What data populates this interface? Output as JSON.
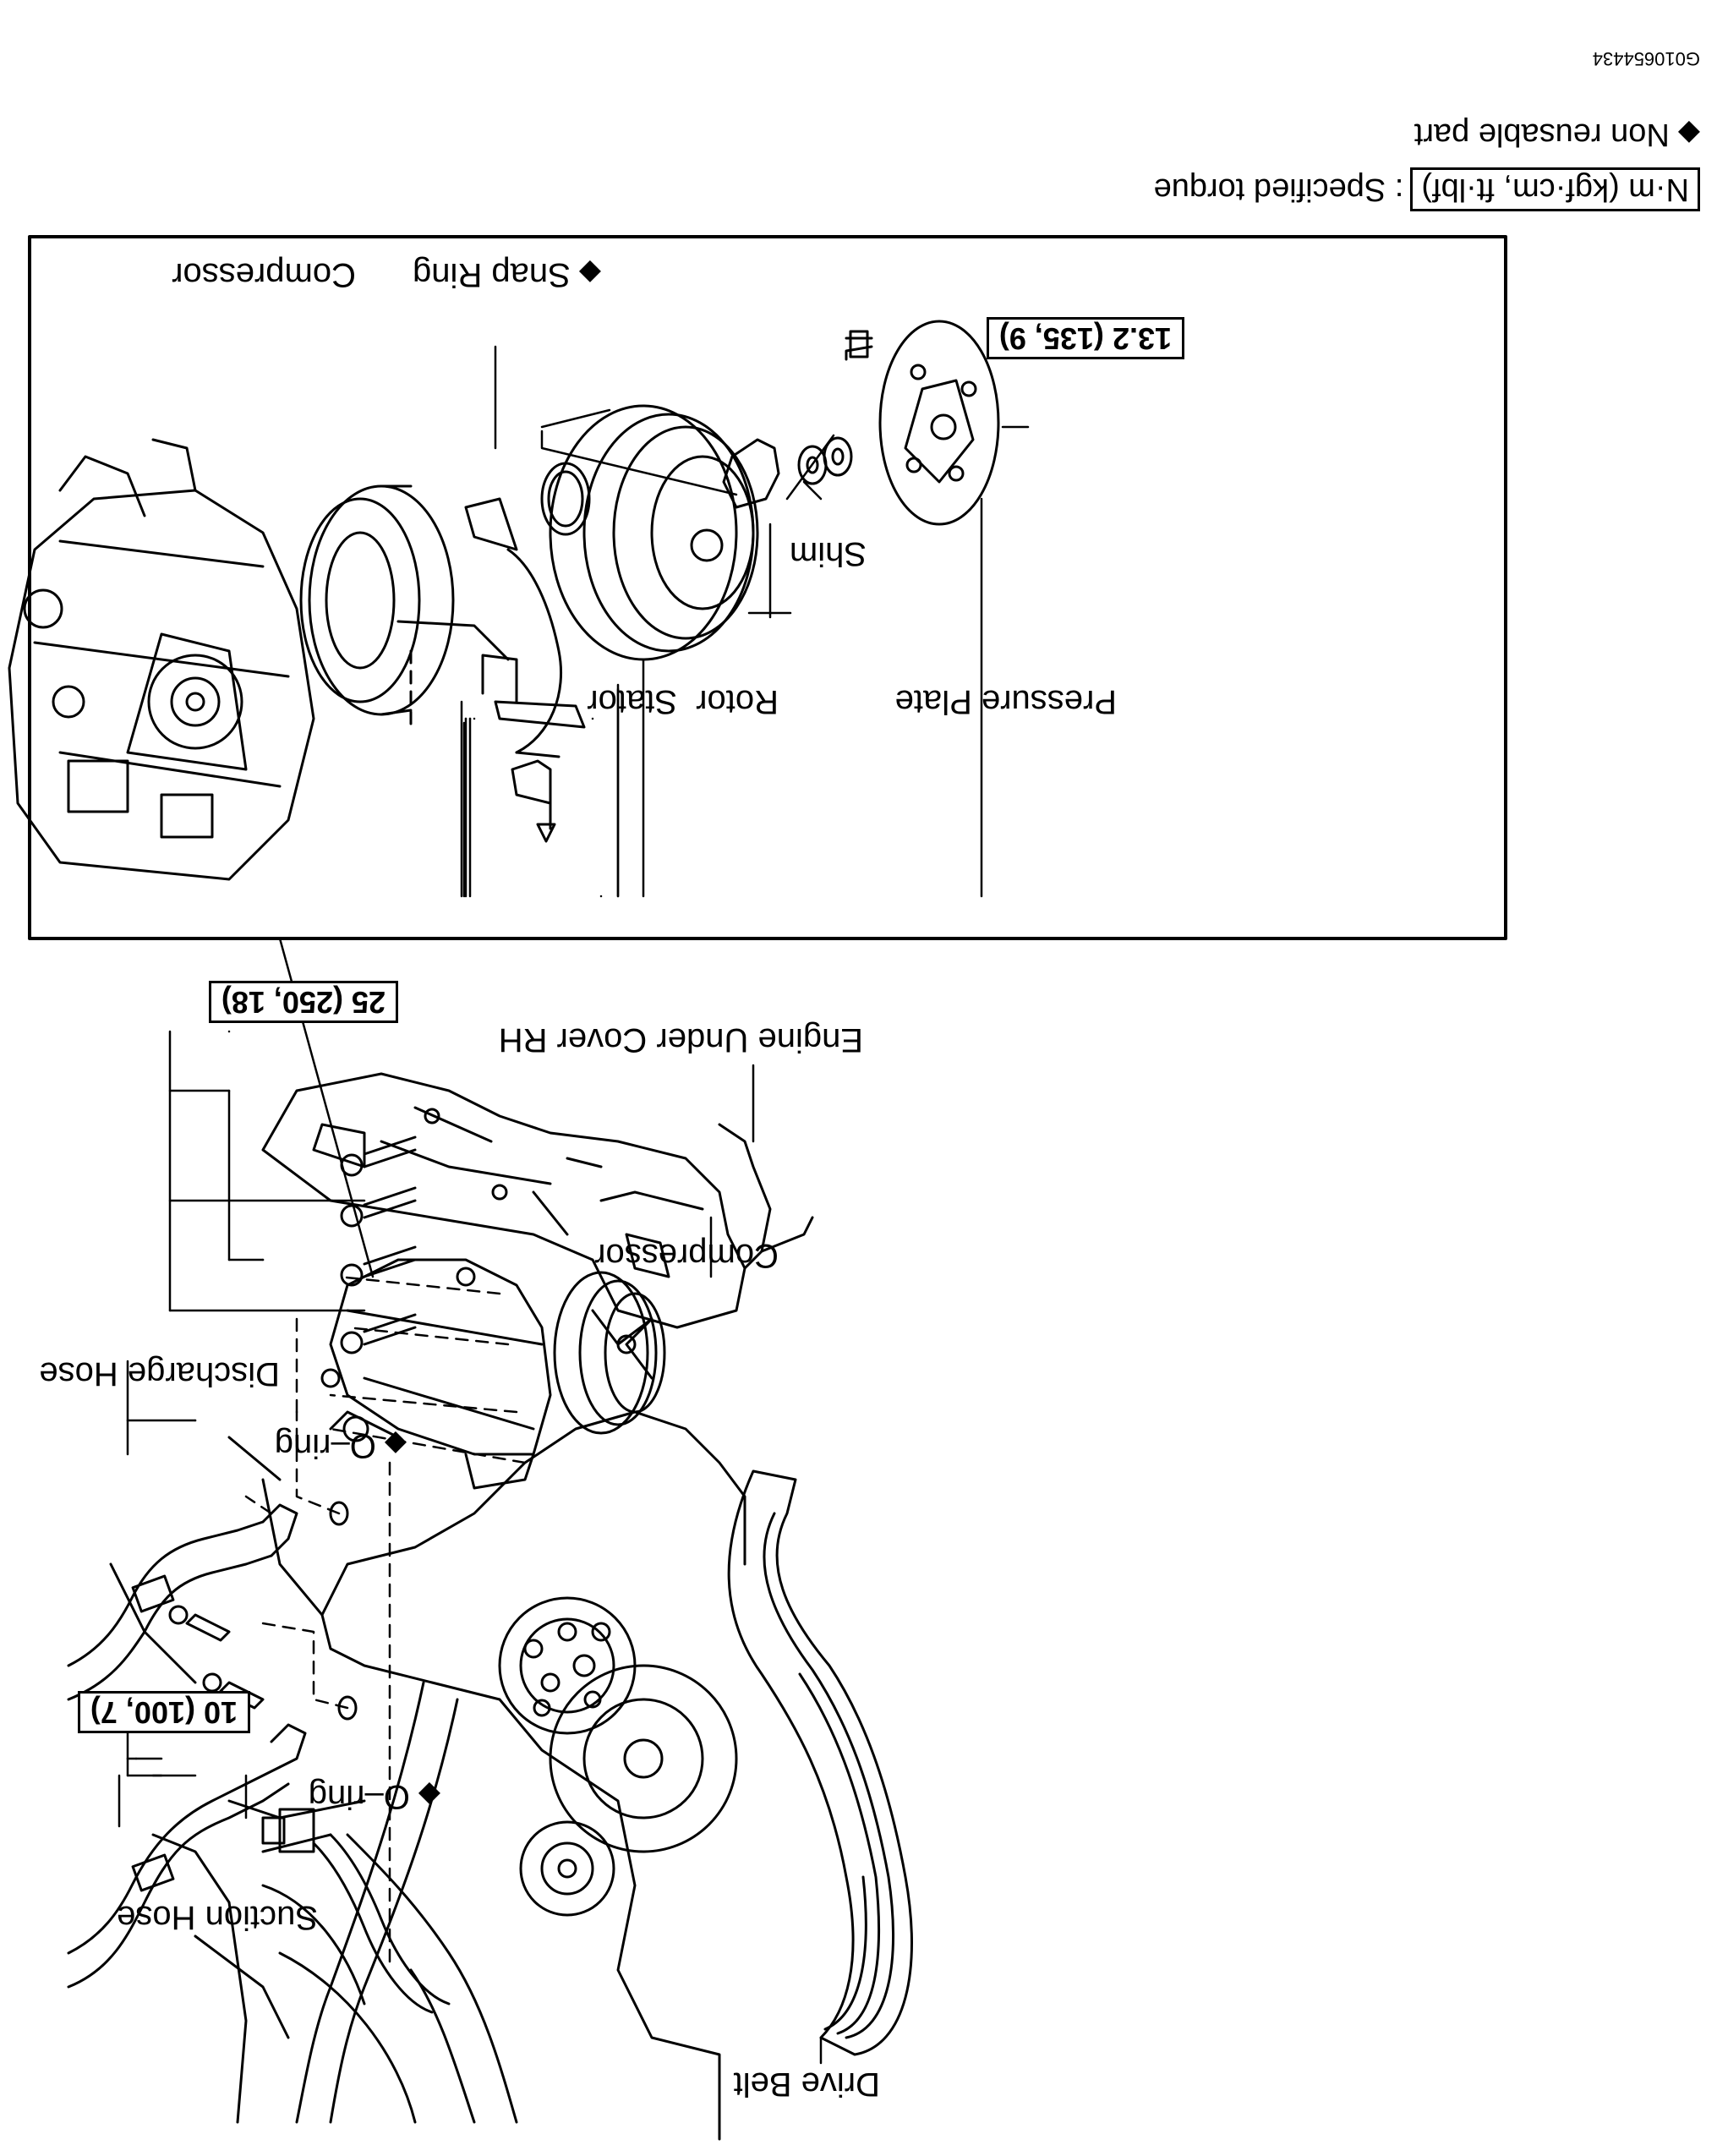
{
  "figure_code": "G010654434",
  "legend": {
    "torque_box": "N·m (kgf·cm, ft·lbf)",
    "torque_text": ": Specified torque",
    "diamond": "◆",
    "non_reusable": "Non reusable part"
  },
  "labels": {
    "drive_belt": "Drive Belt",
    "suction_hose": "Suction Hose",
    "o_ring_1": "O–ring",
    "o_ring_2": "O–ring",
    "discharge_hose": "Discharge Hose",
    "compressor_main": "Compressor",
    "engine_under_cover": "Engine Under Cover RH",
    "pressure_plate": "Pressure Plate",
    "rotor": "Rotor",
    "stator": "Stator",
    "shim": "Shim",
    "snap_ring": "Snap Ring",
    "compressor_detail": "Compressor"
  },
  "torques": {
    "hose_bolts": "10 (100, 7)",
    "compressor_bolts": "25 (250, 18)",
    "pressure_plate_bolt": "13.2 (135, 9)"
  }
}
